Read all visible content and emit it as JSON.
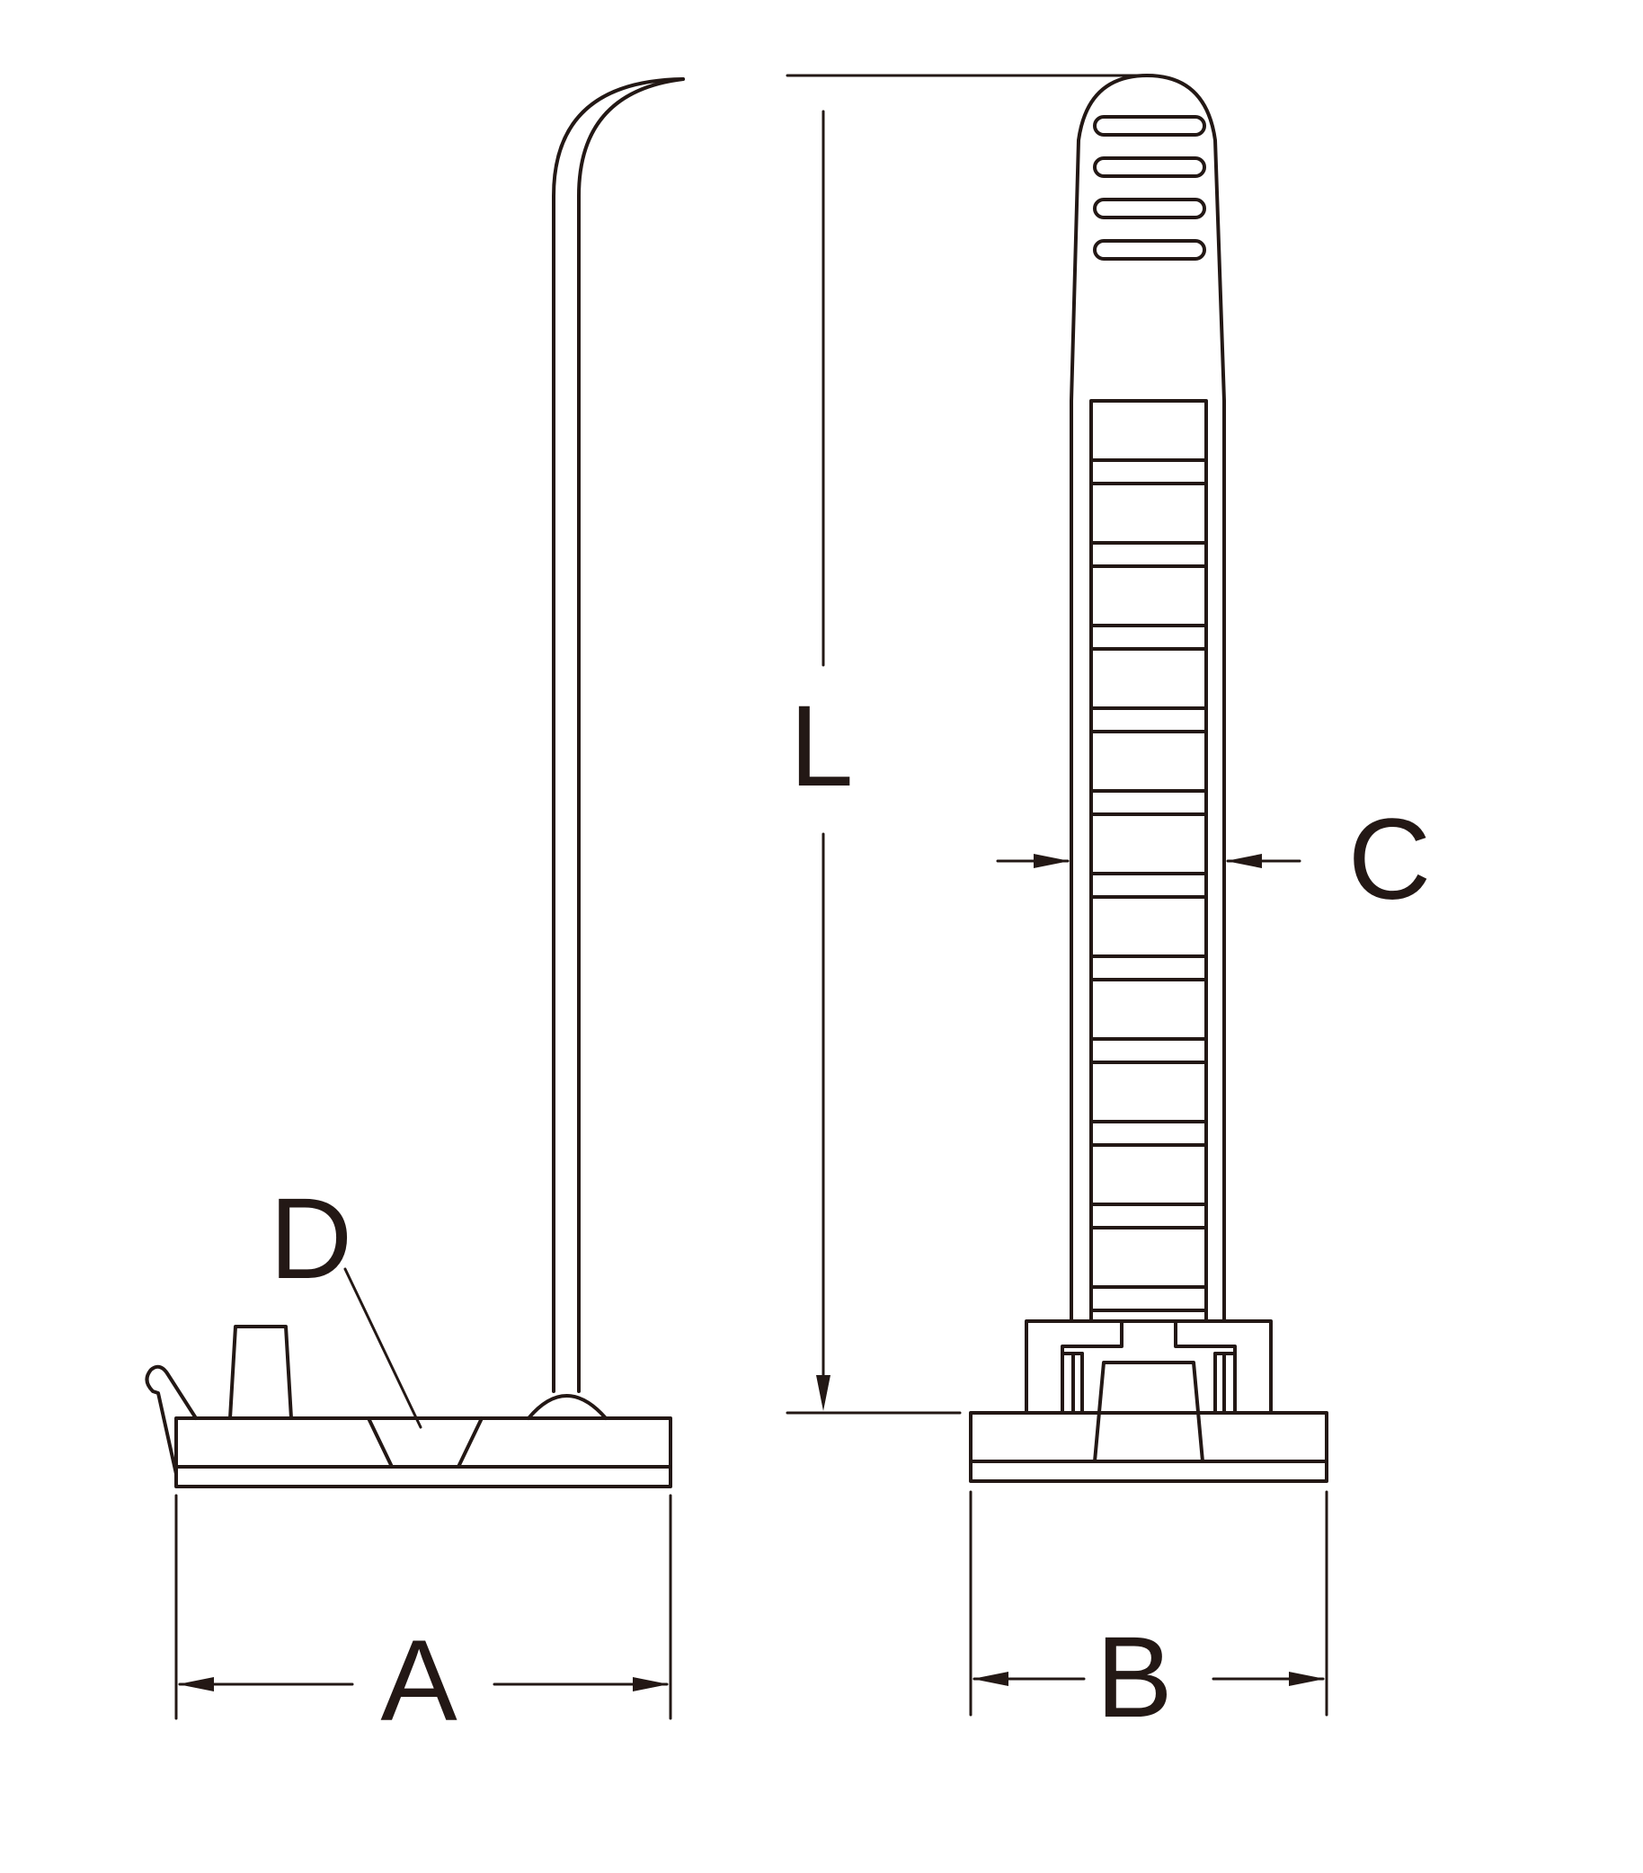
{
  "labels": {
    "A": "A",
    "B": "B",
    "C": "C",
    "D": "D",
    "L": "L"
  },
  "colors": {
    "line": "#231815",
    "background": "#ffffff"
  }
}
